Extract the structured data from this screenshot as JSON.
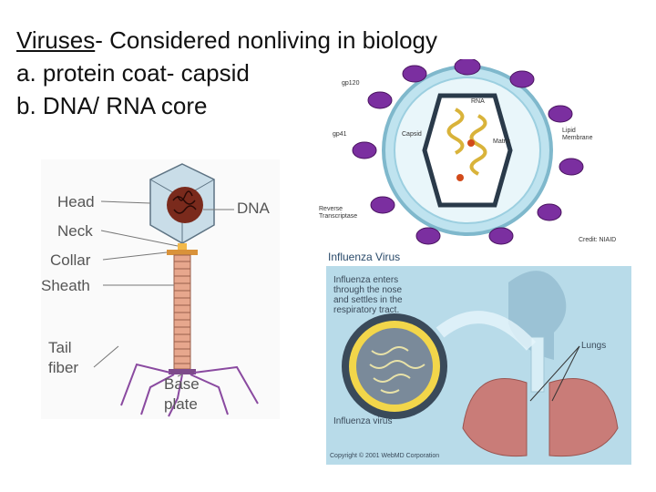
{
  "slide": {
    "heading_term": "Viruses",
    "heading_rest": "- Considered nonliving in biology",
    "line_a": "a. protein coat- capsid",
    "line_b": "b. DNA/ RNA core"
  },
  "phage": {
    "labels": {
      "head": "Head",
      "neck": "Neck",
      "collar": "Collar",
      "sheath": "Sheath",
      "tail": "Tail",
      "fiber": "fiber",
      "base": "Base",
      "plate": "plate",
      "dna": "DNA"
    }
  },
  "hiv": {
    "labels": {
      "gp120": "gp120",
      "gp41": "gp41",
      "capsid": "Capsid",
      "rna": "RNA",
      "lipid1": "Lipid",
      "lipid2": "Membrane",
      "matrix": "Matrix",
      "rt1": "Reverse",
      "rt2": "Transcriptase",
      "credit": "Credit: NIAID"
    }
  },
  "flu": {
    "title": "Influenza Virus",
    "note1": "Influenza enters",
    "note2": "through the nose",
    "note3": "and settles in the",
    "note4": "respiratory tract.",
    "virus_label": "Influenza virus",
    "lungs_label": "Lungs",
    "copyright": "Copyright © 2001 WebMD Corporation"
  },
  "colors": {
    "spike": "#7b2fa0",
    "membrane": "#a8d8e8",
    "capsid_ring": "#2a3a4a",
    "lung": "#c97c78",
    "flu_bg": "#b8dbe9"
  }
}
